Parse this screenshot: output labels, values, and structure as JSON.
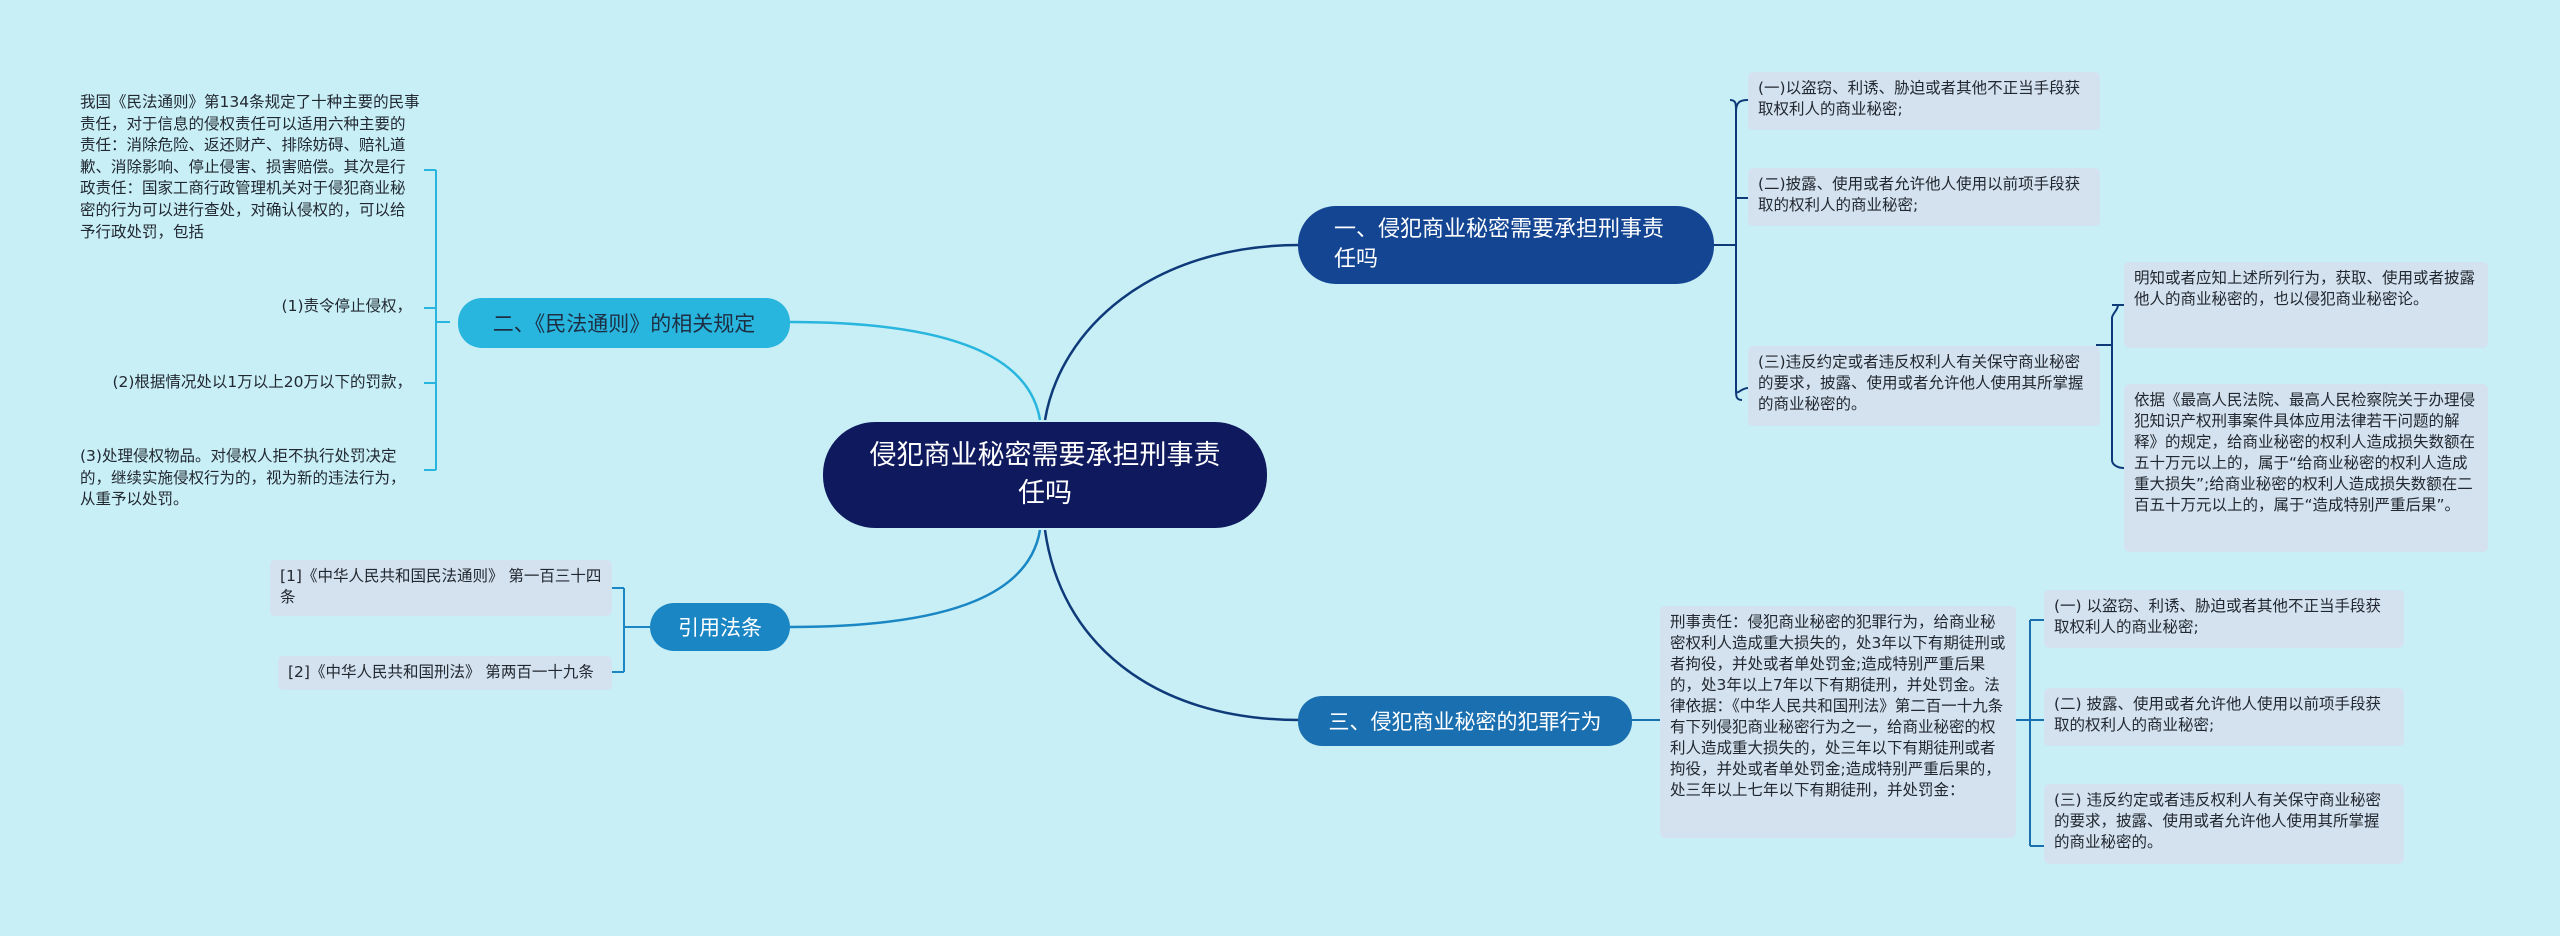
{
  "root": {
    "title": "侵犯商业秘密需要承担刑事责任吗"
  },
  "branches": {
    "b1": {
      "title": "一、侵犯商业秘密需要承担刑事责任吗",
      "items": [
        "(一)以盗窃、利诱、胁迫或者其他不正当手段获取权利人的商业秘密;",
        "(二)披露、使用或者允许他人使用以前项手段获取的权利人的商业秘密;",
        "(三)违反约定或者违反权利人有关保守商业秘密的要求，披露、使用或者允许他人使用其所掌握的商业秘密的。"
      ],
      "sub": [
        "明知或者应知上述所列行为，获取、使用或者披露他人的商业秘密的，也以侵犯商业秘密论。",
        "依据《最高人民法院、最高人民检察院关于办理侵犯知识产权刑事案件具体应用法律若干问题的解释》的规定，给商业秘密的权利人造成损失数额在五十万元以上的，属于“给商业秘密的权利人造成重大损失”;给商业秘密的权利人造成损失数额在二百五十万元以上的，属于“造成特别严重后果”。"
      ]
    },
    "b2": {
      "title": "二、《民法通则》的相关规定",
      "intro": "我国《民法通则》第134条规定了十种主要的民事责任，对于信息的侵权责任可以适用六种主要的责任：消除危险、返还财产、排除妨碍、赔礼道歉、消除影响、停止侵害、损害赔偿。其次是行政责任：国家工商行政管理机关对于侵犯商业秘密的行为可以进行查处，对确认侵权的，可以给予行政处罚，包括",
      "items": [
        "(1)责令停止侵权，",
        "(2)根据情况处以1万以上20万以下的罚款，",
        "(3)处理侵权物品。对侵权人拒不执行处罚决定的，继续实施侵权行为的，视为新的违法行为，从重予以处罚。"
      ]
    },
    "b3": {
      "title": "三、侵犯商业秘密的犯罪行为",
      "detail": "刑事责任：侵犯商业秘密的犯罪行为，给商业秘密权利人造成重大损失的，处3年以下有期徒刑或者拘役，并处或者单处罚金;造成特别严重后果的，处3年以上7年以下有期徒刑，并处罚金。法律依据：《中华人民共和国刑法》第二百一十九条有下列侵犯商业秘密行为之一，给商业秘密的权利人造成重大损失的，处三年以下有期徒刑或者拘役，并处或者单处罚金;造成特别严重后果的，处三年以上七年以下有期徒刑，并处罚金：",
      "items": [
        "(一) 以盗窃、利诱、胁迫或者其他不正当手段获取权利人的商业秘密;",
        "(二) 披露、使用或者允许他人使用以前项手段获取的权利人的商业秘密;",
        "(三) 违反约定或者违反权利人有关保守商业秘密的要求，披露、使用或者允许他人使用其所掌握的商业秘密的。"
      ]
    },
    "b4": {
      "title": "引用法条",
      "items": [
        "[1]《中华人民共和国民法通则》 第一百三十四条",
        "[2]《中华人民共和国刑法》 第两百一十九条"
      ]
    }
  },
  "colors": {
    "background": "#c8eff6",
    "root": "#0f1a5e",
    "branch_dark": "#134593",
    "branch_mid": "#1a87c4",
    "branch_light": "#28b6de",
    "leaf": "#d3e2ee",
    "line_dark": "#0f3a7a",
    "line_mid": "#1a87c4",
    "line_light": "#28b6de"
  }
}
